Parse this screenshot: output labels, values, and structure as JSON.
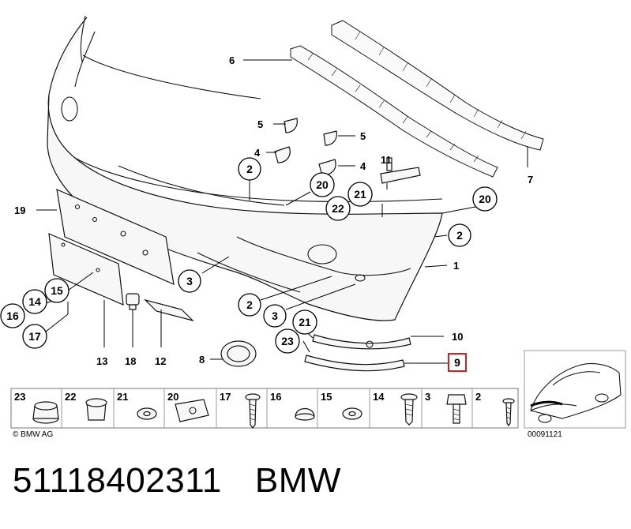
{
  "diagram": {
    "callouts": [
      "1",
      "2",
      "3",
      "4",
      "5",
      "6",
      "7",
      "8",
      "9",
      "10",
      "11",
      "12",
      "13",
      "14",
      "15",
      "16",
      "17",
      "18",
      "19",
      "20",
      "21",
      "22",
      "23"
    ],
    "copyright": "© BMW AG",
    "drawing_number": "00091121",
    "hardware_row": [
      "23",
      "22",
      "21",
      "20",
      "17",
      "16",
      "15",
      "14",
      "3",
      "2"
    ],
    "highlighted_callout": "9",
    "highlight_color": "#d42020"
  },
  "caption": {
    "part_number": "51118402311",
    "brand": "BMW"
  }
}
